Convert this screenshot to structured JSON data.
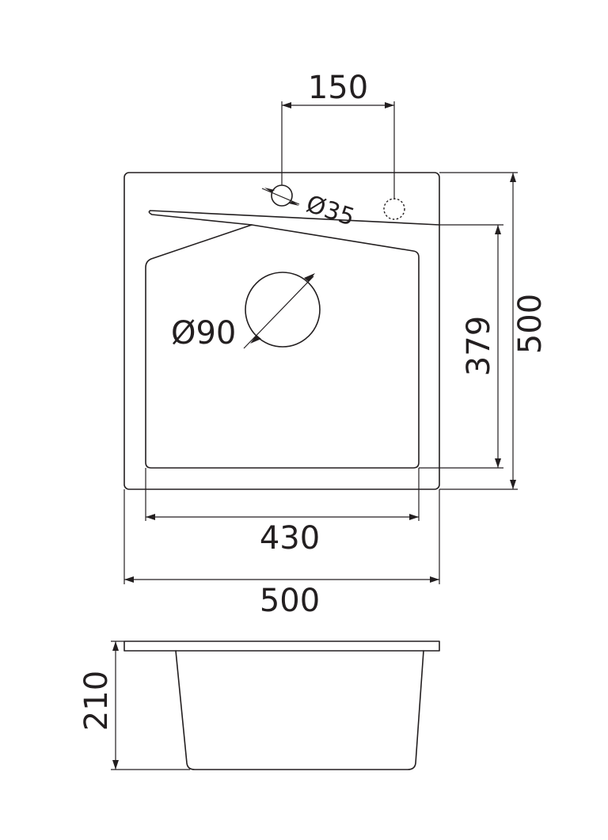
{
  "dimensions": {
    "hole_spacing": "150",
    "faucet_hole_diameter": "Ø35",
    "drain_diameter": "Ø90",
    "bowl_width": "430",
    "total_width": "500",
    "total_depth": "500",
    "bowl_depth": "379",
    "sink_height": "210"
  },
  "colors": {
    "line": "#231f20",
    "background": "#ffffff"
  }
}
